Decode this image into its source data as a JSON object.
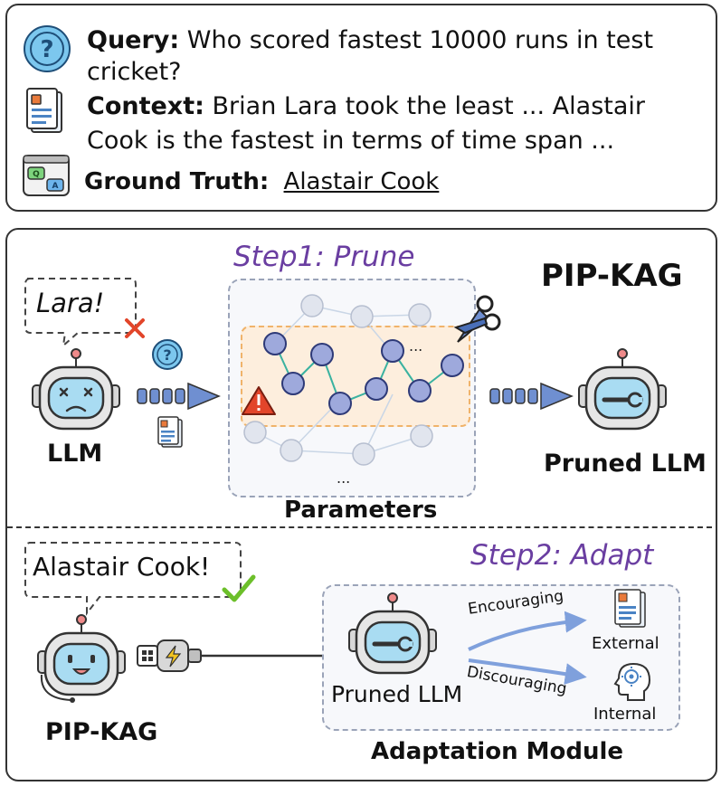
{
  "top": {
    "query_label": "Query:",
    "query_text_line1": "Who scored fastest 10000 runs in test",
    "query_text_line2": "cricket?",
    "context_label": "Context:",
    "context_text_line1": "Brian Lara took the least ... Alastair",
    "context_text_line2": "Cook is the fastest in terms of time span ...",
    "ground_truth_label": "Ground Truth:",
    "ground_truth_value": "Alastair Cook",
    "qa_icon_q": "Q",
    "qa_icon_a": "A"
  },
  "prune": {
    "step_title": "Step1: Prune",
    "method_name": "PIP-KAG",
    "llm_label": "LLM",
    "llm_speech": "Lara!",
    "parameters_label": "Parameters",
    "pruned_llm_label": "Pruned LLM",
    "ellipsis_top": "...",
    "ellipsis_bottom": "..."
  },
  "adapt": {
    "step_title": "Step2: Adapt",
    "model_speech": "Alastair Cook!",
    "model_label": "PIP-KAG",
    "pruned_llm_label": "Pruned LLM",
    "encouraging_label": "Encouraging",
    "discouraging_label": "Discouraging",
    "external_label": "External",
    "internal_label": "Internal",
    "module_label": "Adaptation Module"
  },
  "colors": {
    "step_title": "#6a3ea1",
    "node_fill": "#9ea9dc",
    "node_stroke": "#2e3a78",
    "robot_face": "#a9dcf2",
    "highlight_box": "#fde9cf",
    "arrow_blue": "#6f8fd1",
    "check_green": "#6cbf2a",
    "cross_red": "#e2452a"
  }
}
